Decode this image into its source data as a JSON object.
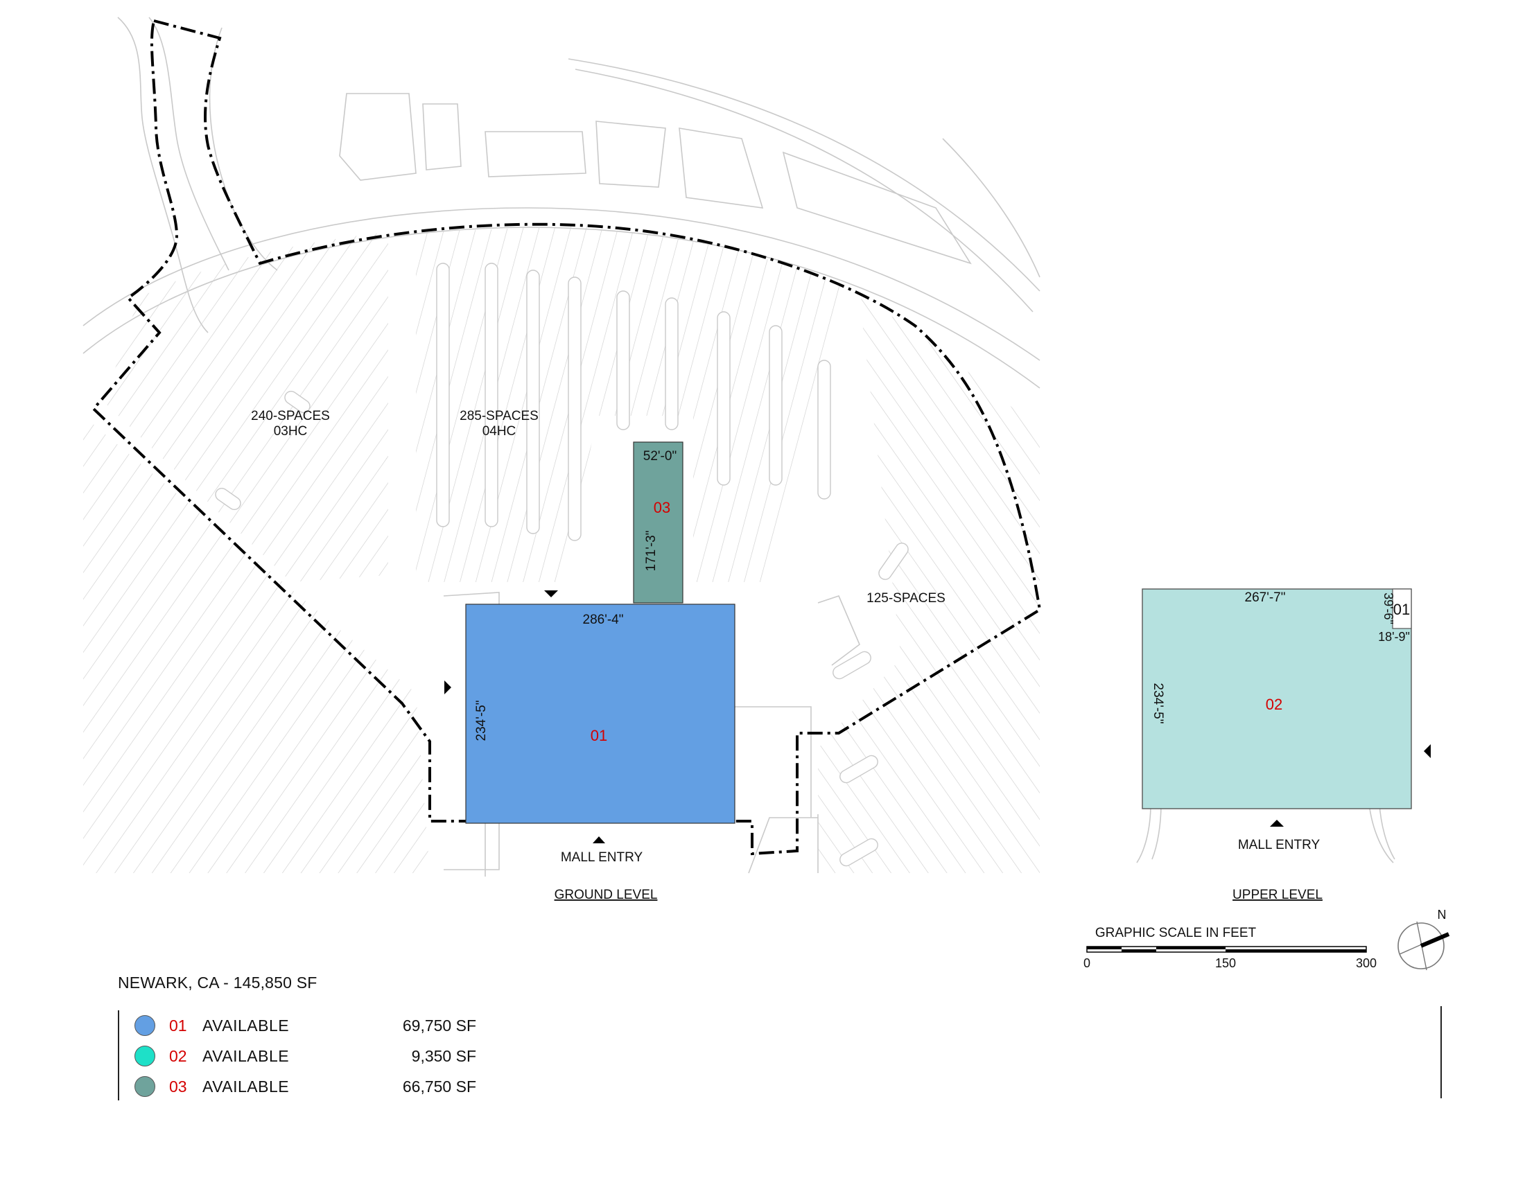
{
  "title": "NEWARK, CA - 145,850 SF",
  "ground": {
    "label": "GROUND LEVEL",
    "entry": "MALL ENTRY",
    "lots": [
      {
        "spaces": "240-SPACES",
        "hc": "03HC"
      },
      {
        "spaces": "285-SPACES",
        "hc": "04HC"
      },
      {
        "spaces": "125-SPACES",
        "hc": ""
      }
    ],
    "unit01": {
      "id": "01",
      "width": "286'-4\"",
      "depth": "234'-5\"",
      "color": "#639fe3"
    },
    "unit03": {
      "id": "03",
      "width": "52'-0\"",
      "depth": "171'-3\"",
      "color": "#6fa39c"
    }
  },
  "upper": {
    "label": "UPPER LEVEL",
    "entry": "MALL ENTRY",
    "unit02": {
      "id": "02",
      "width": "267'-7\"",
      "depth": "234'-5\"",
      "color": "#b5e1df"
    },
    "notch": {
      "id": "01",
      "height": "39'-6\"",
      "width": "18'-9\""
    }
  },
  "scale": {
    "title": "GRAPHIC SCALE IN FEET",
    "ticks": [
      "0",
      "150",
      "300"
    ]
  },
  "north": "N",
  "legend": [
    {
      "id": "01",
      "status": "AVAILABLE",
      "sf": "69,750 SF",
      "color": "#639fe3"
    },
    {
      "id": "02",
      "status": "AVAILABLE",
      "sf": "9,350 SF",
      "color": "#1ee0c8"
    },
    {
      "id": "03",
      "status": "AVAILABLE",
      "sf": "66,750 SF",
      "color": "#6fa39c"
    }
  ]
}
